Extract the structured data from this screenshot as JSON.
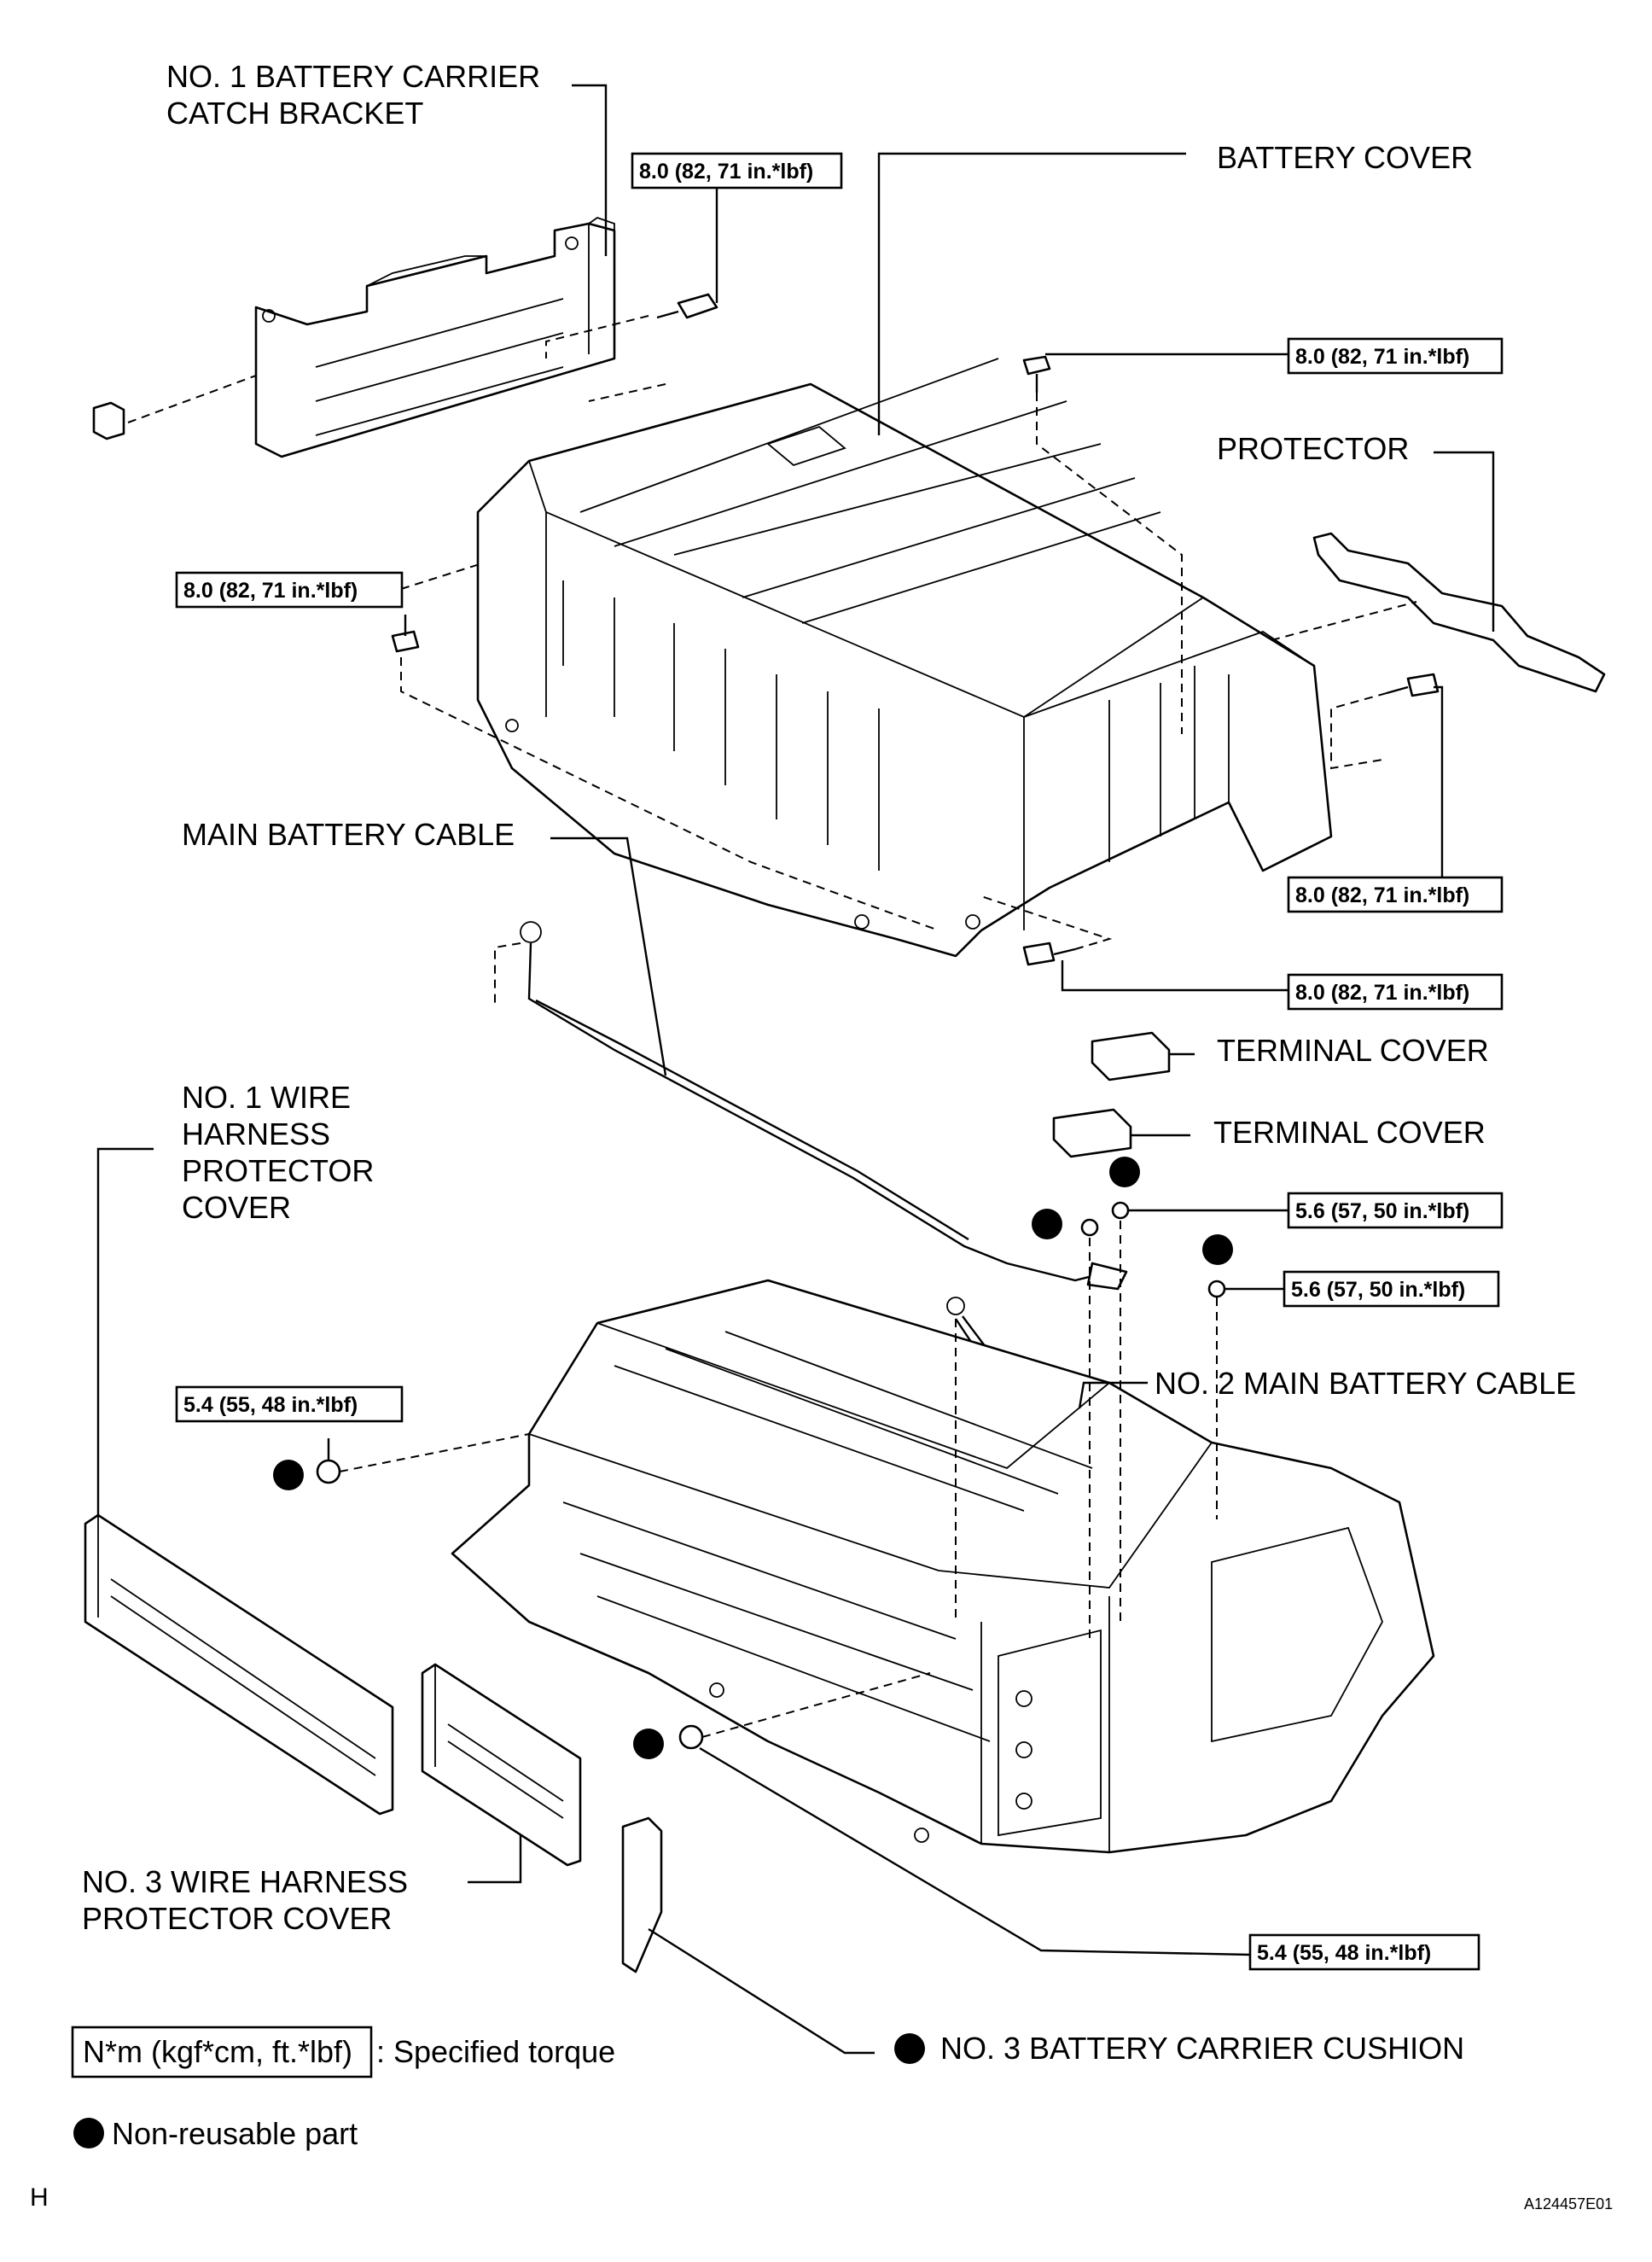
{
  "labels": {
    "carrier_bracket": [
      "NO. 1 BATTERY CARRIER",
      "CATCH BRACKET"
    ],
    "battery_cover": "BATTERY COVER",
    "protector": "PROTECTOR",
    "main_battery_cable": "MAIN BATTERY CABLE",
    "terminal_cover_1": "TERMINAL COVER",
    "terminal_cover_2": "TERMINAL COVER",
    "no1_wire_harness": [
      "NO. 1 WIRE",
      "HARNESS",
      "PROTECTOR",
      "COVER"
    ],
    "no2_main_battery_cable": "NO. 2 MAIN BATTERY CABLE",
    "no3_wire_harness": [
      "NO. 3 WIRE HARNESS",
      "PROTECTOR COVER"
    ],
    "no3_carrier_cushion": "NO. 3 BATTERY CARRIER CUSHION"
  },
  "torques": {
    "t1": "8.0 (82, 71 in.*lbf)",
    "t2": "8.0 (82, 71 in.*lbf)",
    "t3": "8.0 (82, 71 in.*lbf)",
    "t4": "8.0 (82, 71 in.*lbf)",
    "t5": "8.0 (82, 71 in.*lbf)",
    "t6": "5.6 (57, 50 in.*lbf)",
    "t7": "5.6 (57, 50 in.*lbf)",
    "t8": "5.4 (55, 48 in.*lbf)",
    "t9": "5.4 (55, 48 in.*lbf)"
  },
  "legend": {
    "torque_box": "N*m (kgf*cm, ft.*lbf)",
    "torque_text": ": Specified torque",
    "nonreusable": "Non-reusable part"
  },
  "footer": {
    "left": "H",
    "code": "A124457E01"
  }
}
